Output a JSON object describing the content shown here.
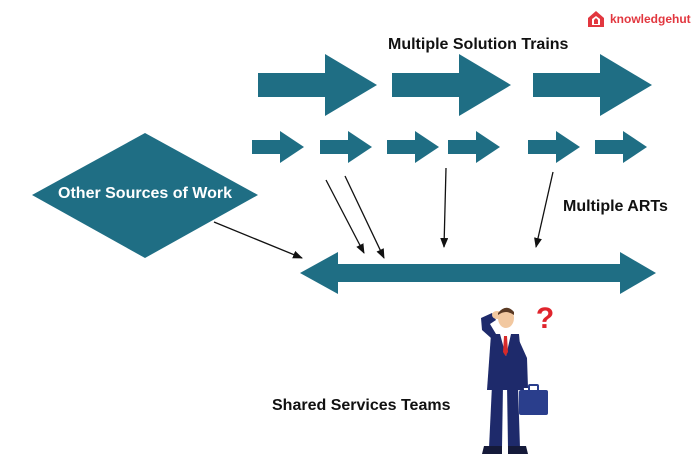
{
  "brand": {
    "name": "knowledgehut",
    "color": "#e2373f",
    "icon": "knowledgehut-logo-icon"
  },
  "labels": {
    "solution_trains": "Multiple Solution Trains",
    "arts": "Multiple ARTs",
    "other_sources": "Other Sources of Work",
    "shared_services": "Shared Services Teams",
    "question_mark": "?"
  },
  "colors": {
    "teal": "#1f6e84",
    "question": "#e0242c",
    "suit": "#1e2a6b",
    "briefcase": "#2a3e8c",
    "connector": "#111111"
  }
}
